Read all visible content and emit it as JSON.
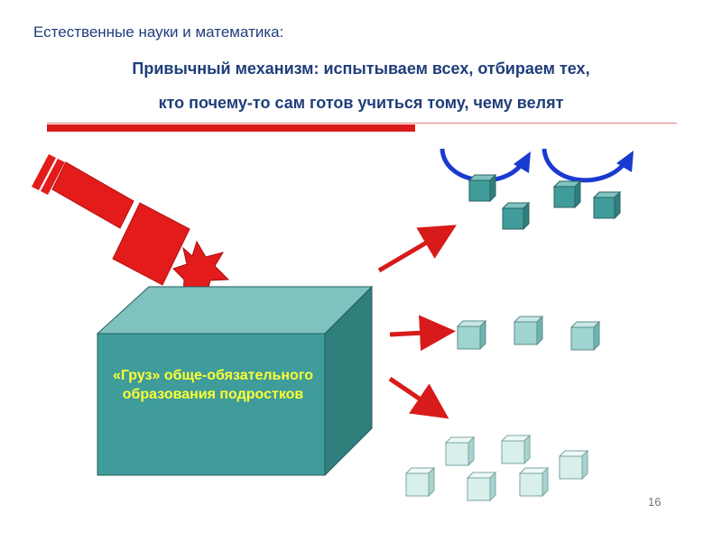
{
  "slide": {
    "subject": "Естественные науки и математика:",
    "title_line1": "Привычный механизм: испытываем всех, отбираем тех,",
    "title_line2": "кто почему-то сам готов учиться тому, чему велят",
    "box_label": "«Груз» обще-обязательного образования подростков",
    "page_number": "16"
  },
  "colors": {
    "title": "#1f3e7a",
    "accent_red": "#d81a1a",
    "big_box_front": "#3f9c9a",
    "big_box_side": "#2f7f7d",
    "big_box_top": "#7fc2bf",
    "cube_dark": "#3f9c9a",
    "cube_medium": "#9fd4d0",
    "cube_light": "#d8efec",
    "curved_arrow": "#1a3bd0",
    "box_label_text": "#ffff33"
  },
  "icons": [
    "hammer-icon",
    "impact-burst-icon",
    "curved-arrow-icon",
    "red-arrow-icon",
    "cube-icon"
  ]
}
